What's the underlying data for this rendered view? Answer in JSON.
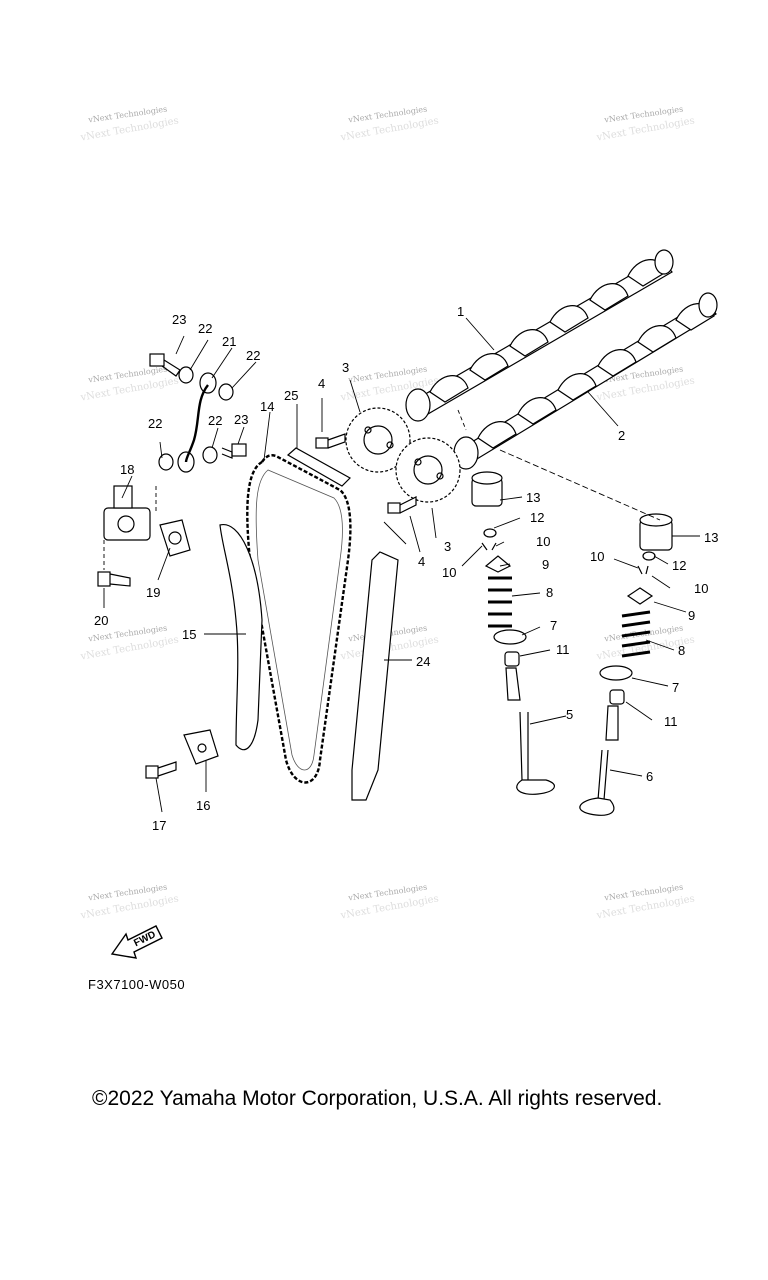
{
  "watermark": {
    "line1": "vNext Technologies",
    "line2": "vNext Technologies"
  },
  "callouts": [
    "1",
    "2",
    "3",
    "3",
    "4",
    "4",
    "5",
    "6",
    "7",
    "7",
    "8",
    "8",
    "9",
    "9",
    "10",
    "10",
    "10",
    "10",
    "11",
    "11",
    "12",
    "12",
    "13",
    "13",
    "14",
    "15",
    "16",
    "17",
    "18",
    "19",
    "20",
    "21",
    "22",
    "22",
    "22",
    "22",
    "23",
    "23",
    "24",
    "25"
  ],
  "fwd_label": "FWD",
  "diagram_code": "F3X7100-W050",
  "copyright": "©2022 Yamaha Motor Corporation, U.S.A. All rights reserved."
}
